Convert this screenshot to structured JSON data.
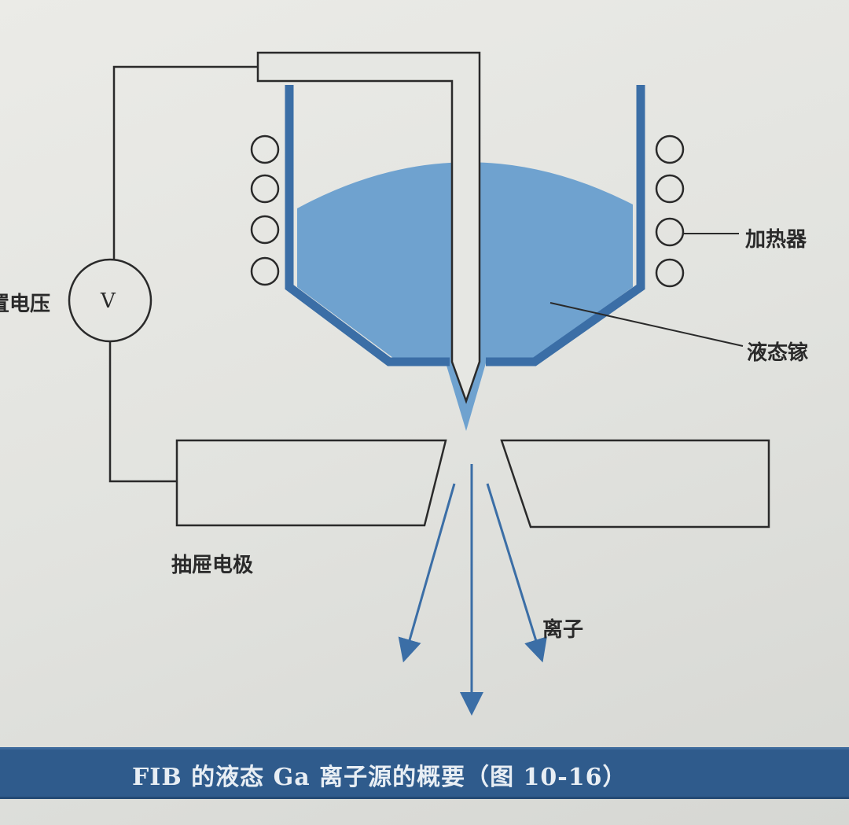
{
  "labels": {
    "voltage": "置电压",
    "voltmeter": "V",
    "heater": "加热器",
    "liquid_ga": "液态镓",
    "extraction_electrode": "抽屉电极",
    "ions": "离子"
  },
  "caption": "FIB 的液态 Ga 离子源的概要（图 10-16）",
  "colors": {
    "blue": "#3b6ea6",
    "liquid": "#6fa2cf",
    "caption_bg": "#2f5b8c"
  }
}
